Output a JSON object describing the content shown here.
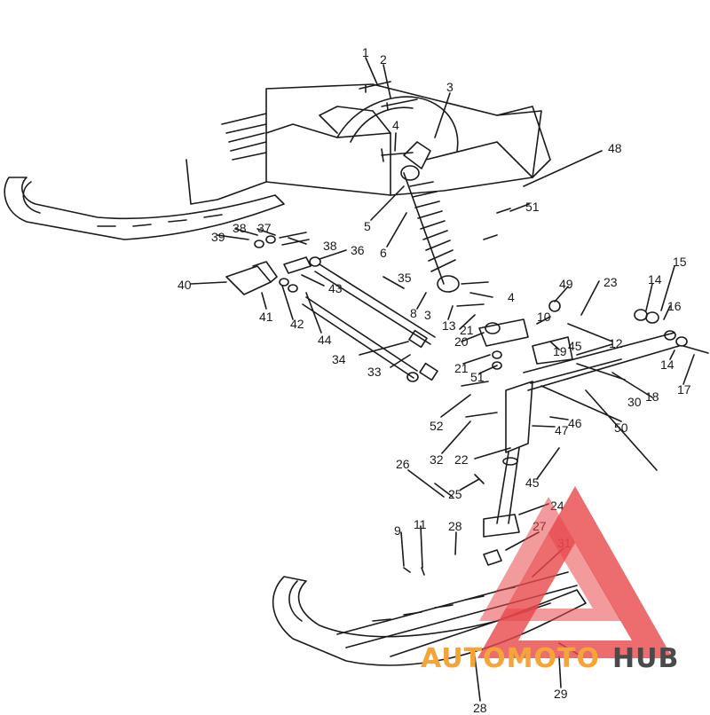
{
  "diagram": {
    "callouts": [
      "1",
      "2",
      "3",
      "4",
      "5",
      "6",
      "48",
      "51",
      "39",
      "38",
      "37",
      "38",
      "36",
      "40",
      "41",
      "42",
      "43",
      "44",
      "35",
      "8",
      "3",
      "4",
      "13",
      "21",
      "20",
      "49",
      "10",
      "23",
      "14",
      "15",
      "16",
      "19",
      "45",
      "12",
      "14",
      "17",
      "34",
      "33",
      "21",
      "51",
      "52",
      "32",
      "22",
      "46",
      "47",
      "18",
      "30",
      "50",
      "45",
      "26",
      "25",
      "24",
      "9",
      "11",
      "28",
      "27",
      "31",
      "29",
      "28"
    ]
  },
  "watermark": {
    "brand_part1": "AUTOMOTO",
    "brand_part2": "HUB",
    "colors": {
      "triangle": "#e8474a",
      "brand_part1": "#f3a53a",
      "brand_part2": "#4a4a4a"
    }
  },
  "line_color": "#1a1a1a"
}
